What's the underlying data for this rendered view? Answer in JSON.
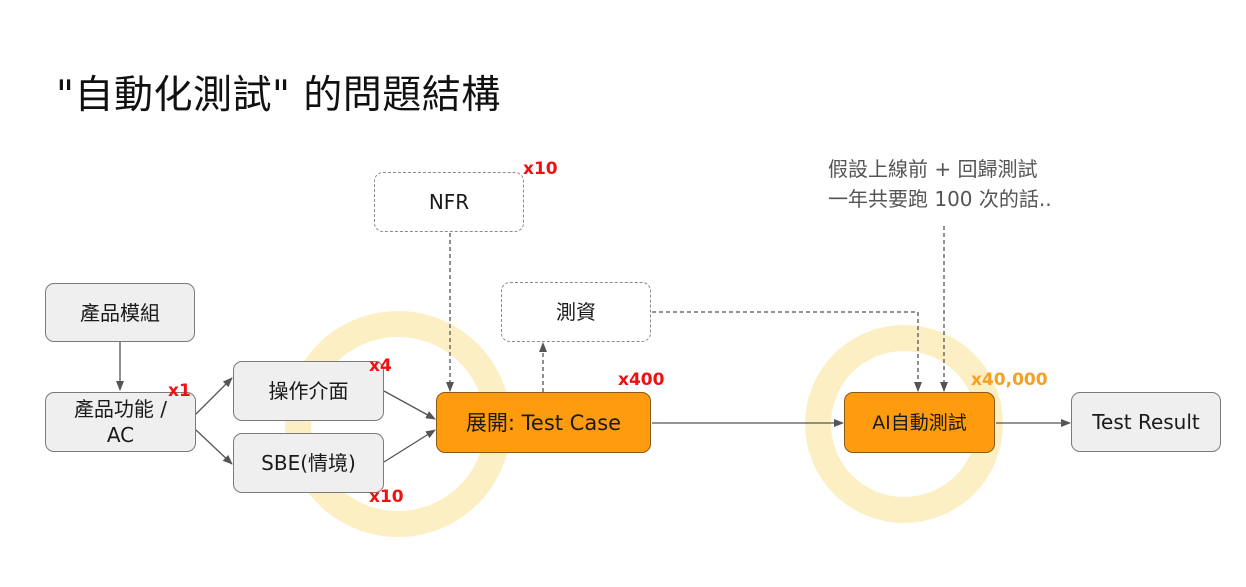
{
  "title": "\"自動化測試\" 的問題結構",
  "note": {
    "line1": "假設上線前 + 回歸測試",
    "line2": "一年共要跑 100 次的話.."
  },
  "nodes": {
    "product_module": "產品模組",
    "product_feature_line1": "產品功能 /",
    "product_feature_line2": "AC",
    "operation_ui": "操作介面",
    "sbe": "SBE(情境)",
    "nfr": "NFR",
    "test_data": "測資",
    "expand_test_case": "展開: Test Case",
    "ai_auto_test": "AI自動測試",
    "test_result": "Test Result"
  },
  "multipliers": {
    "feature": "x1",
    "operation_ui": "x4",
    "sbe": "x10",
    "nfr": "x10",
    "test_case": "x400",
    "ai_test": "x40,000"
  },
  "colors": {
    "orange_fill": "#ff9b0e",
    "gray_fill": "#efefef",
    "highlight_ring": "#fdefc4",
    "multiplier_red": "#ee1111",
    "multiplier_amber": "#f5a020"
  }
}
